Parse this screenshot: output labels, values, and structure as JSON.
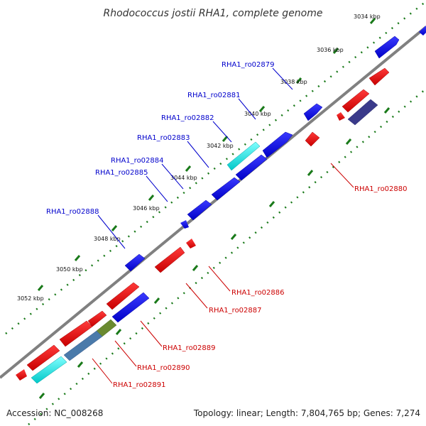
{
  "title": "Rhodococcus jostii RHA1, complete genome",
  "footer": {
    "accession": "Accession: NC_008268",
    "summary": "Topology: linear; Length: 7,804,765 bp; Genes: 7,274"
  },
  "colors": {
    "forward_label": "#0000cc",
    "reverse_label": "#cc0000",
    "backbone": "#808080",
    "ticks": "#1a7a1a",
    "forward_gene": "#0000ee",
    "reverse_gene": "#ee0000",
    "cyan_gene": "#00e0e0",
    "navy_gene": "#3a3a8a",
    "steel_gene": "#4a7aaa",
    "olive_gene": "#6a8a30"
  },
  "scale": {
    "labels": [
      "3034 kbp",
      "3036 kbp",
      "3038 kbp",
      "3040 kbp",
      "3042 kbp",
      "3044 kbp",
      "3046 kbp",
      "3048 kbp",
      "3050 kbp",
      "3052 kbp"
    ]
  },
  "genes": {
    "forward": [
      "RHA1_ro02879",
      "RHA1_ro02881",
      "RHA1_ro02882",
      "RHA1_ro02883",
      "RHA1_ro02884",
      "RHA1_ro02885",
      "RHA1_ro02888"
    ],
    "reverse": [
      "RHA1_ro02880",
      "RHA1_ro02886",
      "RHA1_ro02887",
      "RHA1_ro02889",
      "RHA1_ro02890",
      "RHA1_ro02891"
    ]
  }
}
